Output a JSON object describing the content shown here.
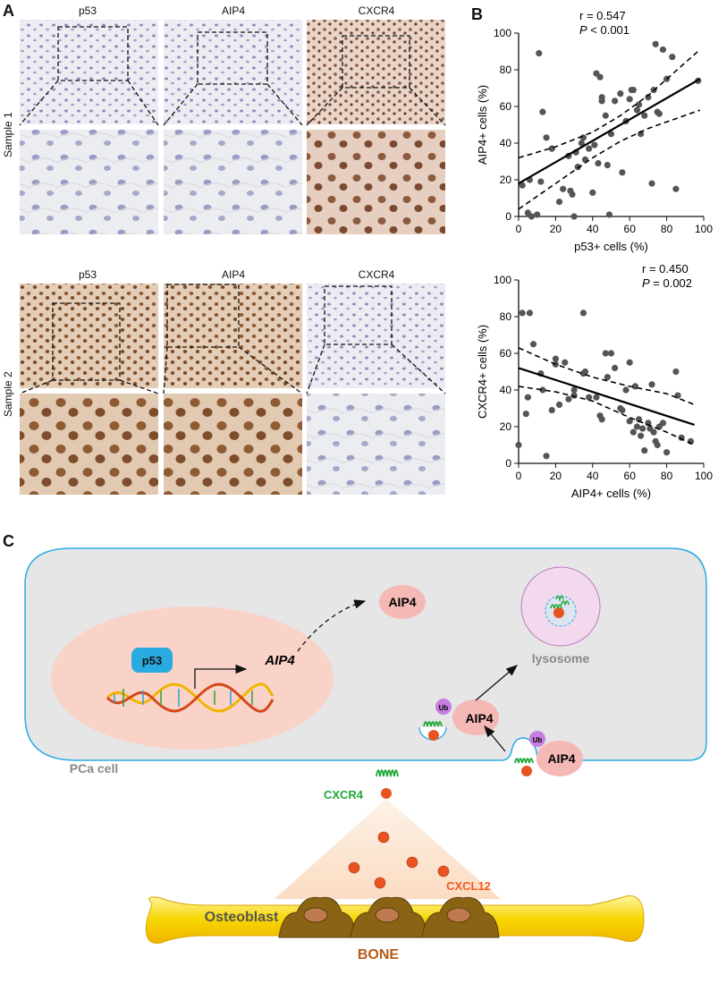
{
  "panels": {
    "A": {
      "letter": "A",
      "samples": [
        {
          "label": "Sample 1",
          "columns": [
            "p53",
            "AIP4",
            "CXCR4"
          ]
        },
        {
          "label": "Sample 2",
          "columns": [
            "p53",
            "AIP4",
            "CXCR4"
          ]
        }
      ],
      "colors": {
        "blue_stain": "#e6e8f0",
        "brown_stain": "#dcb9a8",
        "brown_strong": "#c89a80"
      }
    },
    "B": {
      "letter": "B"
    },
    "C": {
      "letter": "C",
      "labels": {
        "p53": "p53",
        "aip4_gene": "AIP4",
        "aip4_protein": "AIP4",
        "lysosome": "lysosome",
        "ub": "Ub",
        "pca_cell": "PCa cell",
        "cxcr4": "CXCR4",
        "cxcl12": "CXCL12",
        "osteoblast": "Osteoblast",
        "bone": "BONE"
      },
      "colors": {
        "cell_fill": "#e6e6e6",
        "cell_border": "#29abe2",
        "p53_box": "#29abe2",
        "aip4_fill": "#f4b8b5",
        "ub_fill": "#c77ee0",
        "cxcr4_green": "#1ea83a",
        "cxcl12_dot": "#f05a20",
        "bone": "#f5d000",
        "osteoblast": "#8a6414"
      }
    }
  },
  "chart_data": [
    {
      "type": "scatter",
      "xlabel": "p53+ cells (%)",
      "ylabel": "AIP4+ cells (%)",
      "xlim": [
        0,
        100
      ],
      "ylim": [
        0,
        100
      ],
      "xticks": [
        "0",
        "20",
        "40",
        "60",
        "80",
        "100"
      ],
      "yticks": [
        "0",
        "20",
        "40",
        "60",
        "80",
        "100"
      ],
      "annotation": {
        "r": "r = 0.547",
        "p_italic": "P",
        "p_rest": " < 0.001"
      },
      "fit": {
        "x": [
          0,
          98
        ],
        "y": [
          18,
          75
        ]
      },
      "ci_lower": {
        "x": [
          0,
          20,
          40,
          55,
          70,
          98
        ],
        "y": [
          4,
          18,
          32,
          41,
          48,
          58
        ]
      },
      "ci_upper": {
        "x": [
          0,
          20,
          40,
          55,
          70,
          98
        ],
        "y": [
          32,
          38,
          46,
          55,
          66,
          91
        ]
      },
      "points": {
        "x": [
          2,
          5,
          6,
          7,
          10,
          11,
          12,
          13,
          15,
          18,
          22,
          24,
          27,
          28,
          29,
          30,
          31,
          32,
          34,
          35,
          36,
          38,
          40,
          41,
          42,
          43,
          44,
          45,
          45,
          47,
          48,
          49,
          50,
          52,
          55,
          56,
          58,
          60,
          61,
          62,
          64,
          65,
          66,
          68,
          70,
          72,
          73,
          74,
          75,
          76,
          78,
          80,
          83,
          85,
          97
        ],
        "y": [
          17,
          2,
          20,
          0,
          1,
          89,
          19,
          57,
          43,
          37,
          8,
          15,
          33,
          14,
          12,
          0,
          35,
          27,
          40,
          43,
          31,
          37,
          13,
          39,
          78,
          29,
          76,
          65,
          63,
          55,
          28,
          1,
          45,
          63,
          67,
          24,
          52,
          64,
          69,
          69,
          58,
          61,
          45,
          55,
          65,
          18,
          69,
          94,
          57,
          56,
          91,
          75,
          87,
          15,
          74
        ]
      }
    },
    {
      "type": "scatter",
      "xlabel": "AIP4+ cells (%)",
      "ylabel": "CXCR4+ cells (%)",
      "xlim": [
        0,
        100
      ],
      "ylim": [
        0,
        100
      ],
      "xticks": [
        "0",
        "20",
        "40",
        "60",
        "80",
        "100"
      ],
      "yticks": [
        "0",
        "20",
        "40",
        "60",
        "80",
        "100"
      ],
      "annotation": {
        "r": "r = 0.450",
        "p_italic": "P",
        "p_rest": " = 0.002"
      },
      "fit": {
        "x": [
          0,
          95
        ],
        "y": [
          52,
          21
        ]
      },
      "ci_lower": {
        "x": [
          0,
          20,
          40,
          60,
          80,
          95
        ],
        "y": [
          42,
          39,
          34,
          25,
          17,
          10
        ]
      },
      "ci_upper": {
        "x": [
          0,
          20,
          40,
          60,
          80,
          95
        ],
        "y": [
          63,
          54,
          47,
          42,
          38,
          32
        ]
      },
      "points": {
        "x": [
          0,
          2,
          4,
          5,
          6,
          8,
          12,
          13,
          15,
          18,
          20,
          20,
          22,
          25,
          27,
          30,
          30,
          35,
          35,
          36,
          38,
          42,
          44,
          45,
          47,
          48,
          50,
          52,
          55,
          56,
          58,
          60,
          60,
          62,
          63,
          64,
          65,
          66,
          67,
          68,
          70,
          71,
          72,
          73,
          74,
          75,
          76,
          78,
          80,
          85,
          86,
          88,
          93
        ],
        "y": [
          10,
          82,
          27,
          36,
          82,
          65,
          49,
          40,
          4,
          29,
          54,
          57,
          32,
          55,
          35,
          37,
          40,
          82,
          49,
          50,
          36,
          36,
          26,
          24,
          60,
          47,
          60,
          52,
          30,
          29,
          40,
          23,
          55,
          17,
          42,
          20,
          24,
          15,
          19,
          7,
          22,
          19,
          43,
          17,
          12,
          10,
          20,
          22,
          6,
          50,
          37,
          14,
          12
        ]
      }
    }
  ]
}
